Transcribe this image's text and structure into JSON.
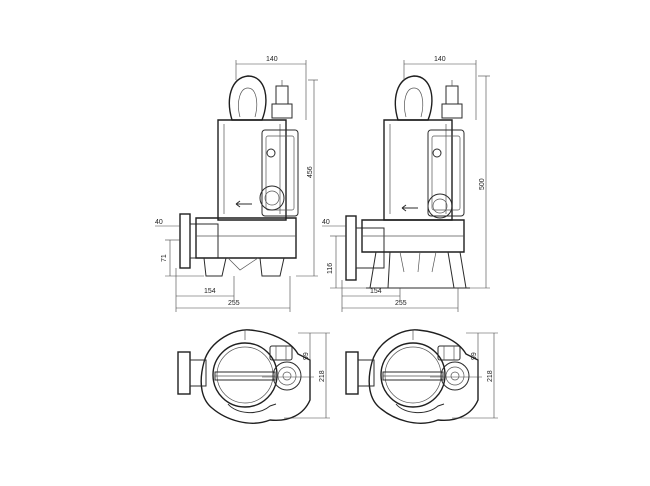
{
  "views": [
    {
      "name": "pump-a-side",
      "dimensions": {
        "top_width": "140",
        "height": "456",
        "flange": "40",
        "outlet_height": "71",
        "base_a": "154",
        "base_b": "255"
      }
    },
    {
      "name": "pump-b-side",
      "dimensions": {
        "top_width": "140",
        "height": "500",
        "flange": "40",
        "outlet_height": "116",
        "base_a": "154",
        "base_b": "255"
      }
    },
    {
      "name": "pump-a-top",
      "dimensions": {
        "half": "99",
        "full": "218"
      }
    },
    {
      "name": "pump-b-top",
      "dimensions": {
        "half": "99",
        "full": "218"
      }
    }
  ]
}
